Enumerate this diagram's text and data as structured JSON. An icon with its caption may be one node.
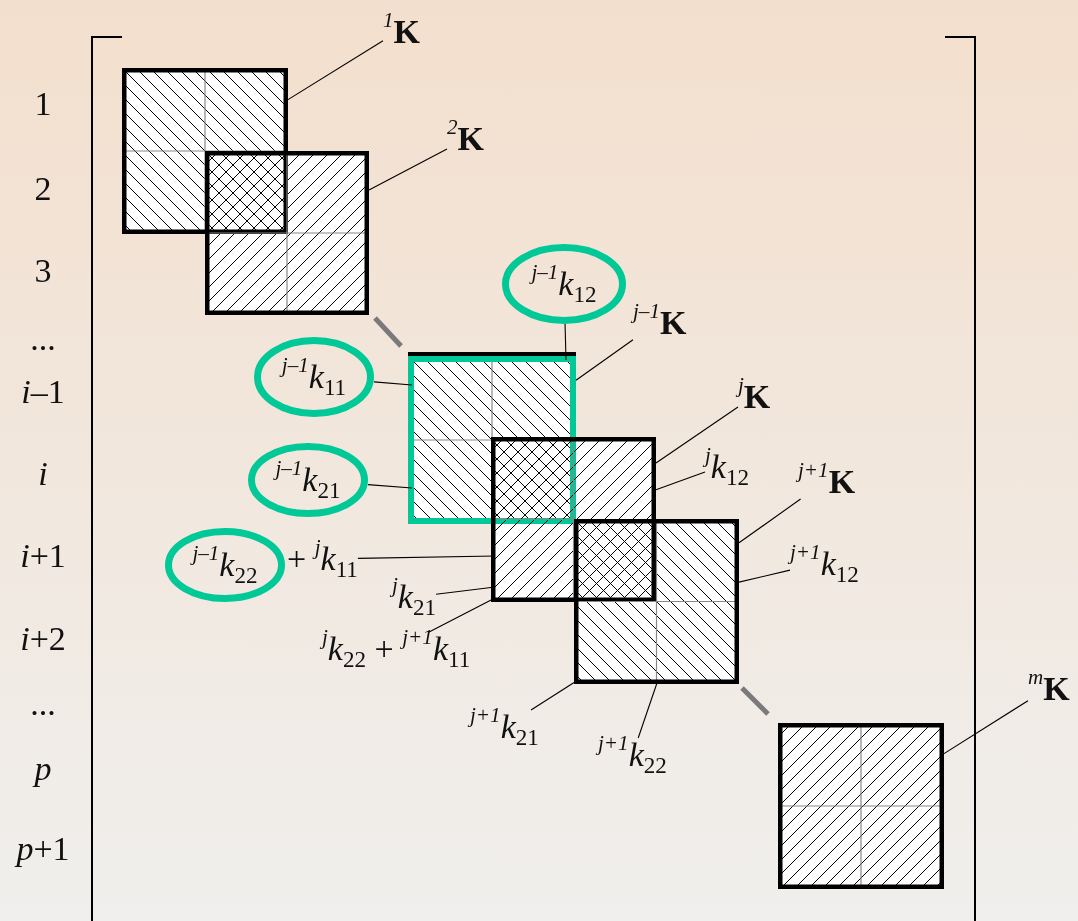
{
  "diagram": {
    "nodes": [
      {
        "text": [
          "$^{1}$**K**"
        ]
      },
      {
        "text": [],
        "shape": "box"
      },
      {
        "text": [
          "$^{2}$**K**"
        ]
      },
      {
        "text": [],
        "shape": "box"
      },
      {
        "text": [
          "$^{j–1}$*k*$_{12}$"
        ]
      },
      {
        "text": [
          "$^{j–1}$**K**"
        ]
      },
      {
        "text": [
          "$^{j–1}$*k*$_{11}$"
        ]
      },
      {
        "text": [],
        "shape": "box"
      },
      {
        "text": [
          "$^{j}$**K**"
        ]
      },
      {
        "text": [
          "$^{j–1}$*k*$_{21}$"
        ]
      },
      {
        "text": [],
        "shape": "box"
      },
      {
        "text": [
          "$^{j}$*k*$_{12}$"
        ]
      },
      {
        "text": [
          "$^{j+1}$**K**"
        ]
      },
      {
        "text": [
          "$^{j–1}$*k*$_{22}$"
        ],
        "beside": [
          "+ $^{j}$*k*$_{11}$"
        ]
      },
      {
        "text": [],
        "shape": "box"
      },
      {
        "text": [
          "$^{j+1}$*k*$_{12}$"
        ]
      },
      {
        "text": [
          "$^{j}$*k*$_{21}$"
        ]
      },
      {
        "text": [
          "$^{j}$*k*$_{22}$ + $^{j+1}$*k*$_{11}$"
        ]
      },
      {
        "text": [
          "$^{j+1}$*k*$_{21}$"
        ]
      },
      {
        "text": [
          "$^{j+1}$*k*$_{22}$"
        ]
      },
      {
        "text": [
          "$^{m}$**K**"
        ]
      },
      {
        "text": [],
        "shape": "box"
      }
    ],
    "edges": [
      {
        "from": 0,
        "to": 1,
        "arrow": "none"
      },
      {
        "from": 2,
        "to": 3,
        "arrow": "none"
      },
      {
        "from": 4,
        "to": 7,
        "arrow": "none"
      },
      {
        "from": 5,
        "to": 7,
        "arrow": "none"
      },
      {
        "from": 6,
        "to": 7,
        "arrow": "none"
      },
      {
        "from": 8,
        "to": 10,
        "arrow": "none"
      },
      {
        "from": 9,
        "to": 7,
        "arrow": "none"
      },
      {
        "from": 11,
        "to": 10,
        "arrow": "none"
      },
      {
        "from": 12,
        "to": 14,
        "arrow": "none"
      },
      {
        "from": 13,
        "to": 10,
        "arrow": "none"
      },
      {
        "from": 15,
        "to": 14,
        "arrow": "none"
      },
      {
        "from": 16,
        "to": 10,
        "arrow": "none"
      },
      {
        "from": 17,
        "to": 10,
        "arrow": "none"
      },
      {
        "from": 18,
        "to": 14,
        "arrow": "none"
      },
      {
        "from": 19,
        "to": 14,
        "arrow": "none"
      },
      {
        "from": 20,
        "to": 21,
        "arrow": "none"
      }
    ],
    "labels": [
      "1",
      "2",
      "3",
      "...",
      "*i*–1",
      "*i*",
      "*i*+1",
      "*i*+2",
      "...",
      "*p*",
      "*p*+1"
    ]
  }
}
